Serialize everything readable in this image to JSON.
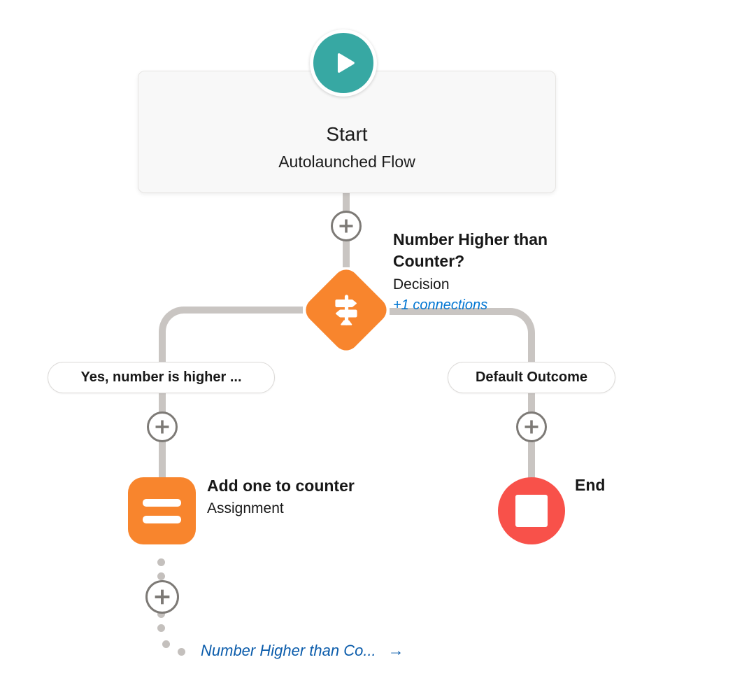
{
  "app": "flow-builder-canvas",
  "nodes": {
    "start": {
      "title": "Start",
      "subtitle": "Autolaunched Flow",
      "icon": "play-icon",
      "color": "#37a8a3"
    },
    "decision": {
      "title": "Number Higher than Counter?",
      "type_label": "Decision",
      "connections_link": "+1 connections",
      "icon": "signpost-icon",
      "color": "#f8852d"
    },
    "assignment": {
      "title": "Add one to counter",
      "type_label": "Assignment",
      "icon": "equals-icon",
      "color": "#f8852d"
    },
    "end": {
      "title": "End",
      "icon": "stop-icon",
      "color": "#f8514a"
    }
  },
  "branches": {
    "left_label": "Yes, number is higher ...",
    "right_label": "Default Outcome"
  },
  "goto": {
    "label": "Number Higher than Co...",
    "arrow": "→"
  },
  "add_buttons": {
    "icon": "plus-icon",
    "count": 4
  },
  "colors": {
    "connector_gray": "#c9c5c2",
    "plus_gray": "#7d7a76",
    "link_blue": "#0176d3",
    "goto_blue": "#0b5cab",
    "text_dark": "#181818",
    "card_bg": "#f8f8f8",
    "card_border": "#e7e5e3",
    "pill_border": "#dcdad8"
  }
}
